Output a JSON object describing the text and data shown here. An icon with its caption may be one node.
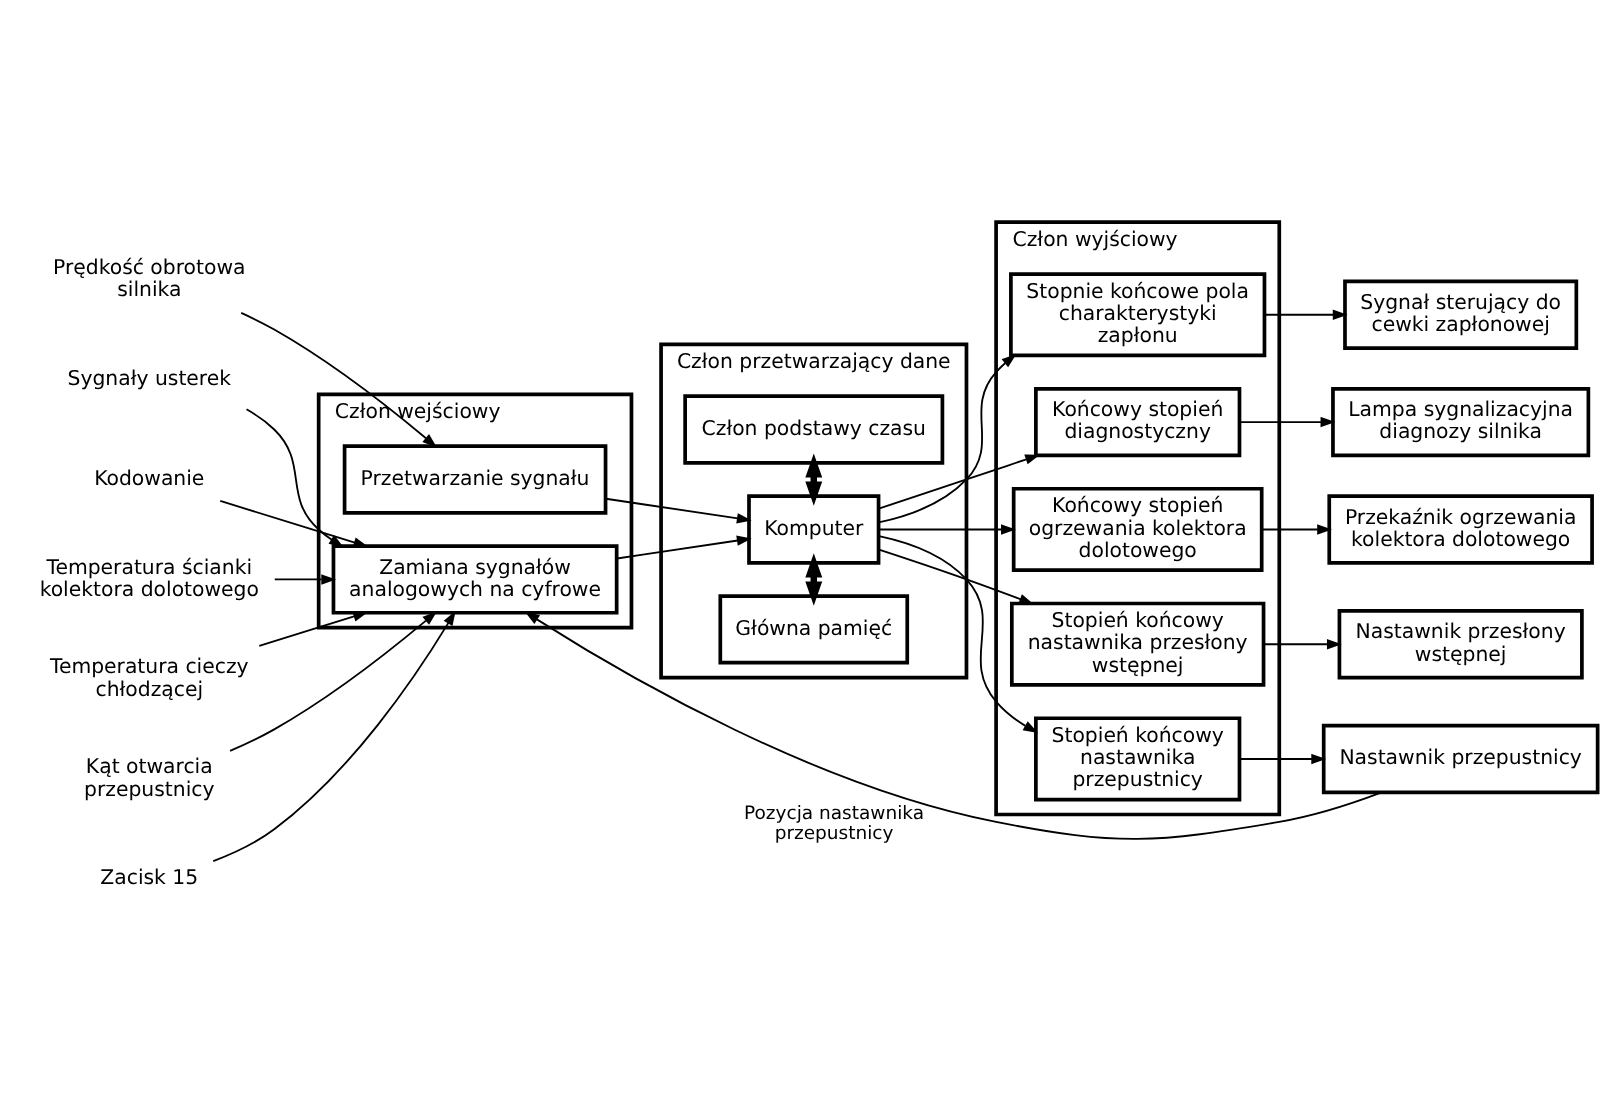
{
  "diagram": {
    "nodes": [
      {
        "text": [
          "Prędkość obrotowa silnika"
        ]
      },
      {
        "text": [
          "Sygnały usterek"
        ]
      },
      {
        "text": [
          "Kodowanie"
        ]
      },
      {
        "text": [
          "Temperatura ścianki kolektora dolotowego"
        ]
      },
      {
        "text": [
          "Temperatura cieczy chłodzącej"
        ]
      },
      {
        "text": [
          "Kąt otwarcia przepustnicy"
        ]
      },
      {
        "text": [
          "Zacisk 15"
        ]
      },
      {
        "text": [
          "Człon wejściowy"
        ]
      },
      {
        "text": [
          "Przetwarzanie sygnału"
        ],
        "in": 7
      },
      {
        "text": [
          "Zamiana sygnałów analogowych na cyfrowe"
        ],
        "in": 7
      },
      {
        "text": [
          "Człon przetwarzający dane"
        ]
      },
      {
        "text": [
          "Człon podstawy czasu"
        ],
        "in": 10
      },
      {
        "text": [
          "Komputer"
        ],
        "in": 10
      },
      {
        "text": [
          "Główna pamięć"
        ],
        "in": 10
      },
      {
        "text": [
          "Człon wyjściowy"
        ]
      },
      {
        "text": [
          "Stopnie końcowe pola charakterystyki zapłonu"
        ],
        "in": 14
      },
      {
        "text": [
          "Końcowy stopień diagnostyczny"
        ],
        "in": 14
      },
      {
        "text": [
          "Końcowy stopień ogrzewania kolektora dolotowego"
        ],
        "in": 14
      },
      {
        "text": [
          "Stopień końcowy nastawnika przesłony wstępnej"
        ],
        "in": 14
      },
      {
        "text": [
          "Stopień końcowy nastawnika przepustnicy"
        ],
        "in": 14
      },
      {
        "text": [
          "Sygnał sterujący do cewki zapłonowej"
        ]
      },
      {
        "text": [
          "Lampa sygnalizacyjna diagnozy silnika"
        ]
      },
      {
        "text": [
          "Przekaźnik ogrzewania kolektora dolotowego"
        ]
      },
      {
        "text": [
          "Nastawnik przesłony wstępnej"
        ]
      },
      {
        "text": [
          "Nastawnik przepustnicy"
        ]
      }
    ],
    "edges": [
      {
        "from": 0,
        "to": 8,
        "arrow": "to"
      },
      {
        "from": 1,
        "to": 9,
        "arrow": "to"
      },
      {
        "from": 2,
        "to": 9,
        "arrow": "to"
      },
      {
        "from": 3,
        "to": 9,
        "arrow": "to"
      },
      {
        "from": 4,
        "to": 9,
        "arrow": "to"
      },
      {
        "from": 5,
        "to": 9,
        "arrow": "to"
      },
      {
        "from": 6,
        "to": 9,
        "arrow": "to"
      },
      {
        "from": 24,
        "to": 9,
        "arrow": "to",
        "label": "Pozycja nastawnika przepustnicy"
      },
      {
        "from": 8,
        "to": 12,
        "arrow": "to"
      },
      {
        "from": 9,
        "to": 12,
        "arrow": "to"
      },
      {
        "from": 11,
        "to": 12,
        "arrow": "both",
        "style": "thick"
      },
      {
        "from": 12,
        "to": 13,
        "arrow": "both",
        "style": "thick"
      },
      {
        "from": 12,
        "to": 15,
        "arrow": "to"
      },
      {
        "from": 12,
        "to": 16,
        "arrow": "to"
      },
      {
        "from": 12,
        "to": 17,
        "arrow": "to"
      },
      {
        "from": 12,
        "to": 18,
        "arrow": "to"
      },
      {
        "from": 12,
        "to": 19,
        "arrow": "to"
      },
      {
        "from": 15,
        "to": 20,
        "arrow": "to"
      },
      {
        "from": 16,
        "to": 21,
        "arrow": "to"
      },
      {
        "from": 17,
        "to": 22,
        "arrow": "to"
      },
      {
        "from": 18,
        "to": 23,
        "arrow": "to"
      },
      {
        "from": 19,
        "to": 24,
        "arrow": "to"
      }
    ]
  }
}
